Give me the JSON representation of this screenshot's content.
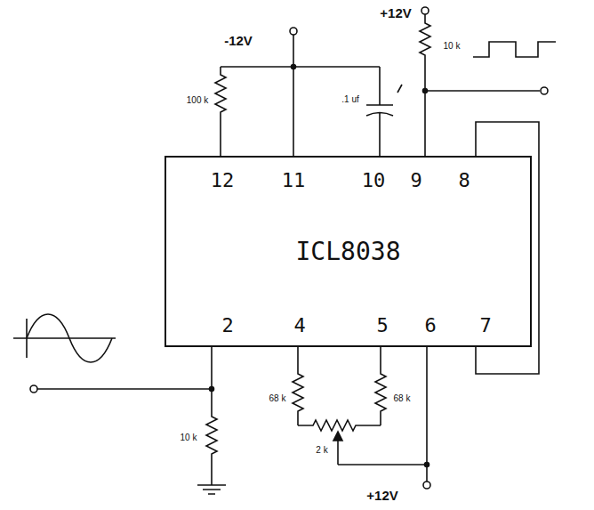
{
  "diagram": {
    "nodes": [
      {
        "text": [
          "ICL8038"
        ]
      }
    ],
    "labels": [
      "-12V",
      "+12V",
      "100 k",
      ".1 uf",
      "10 k",
      "12",
      "11",
      "10",
      "9",
      "8",
      "2",
      "4",
      "5",
      "6",
      "7",
      "68 k",
      "68 k",
      "2 k",
      "10 k",
      "+12V"
    ]
  }
}
